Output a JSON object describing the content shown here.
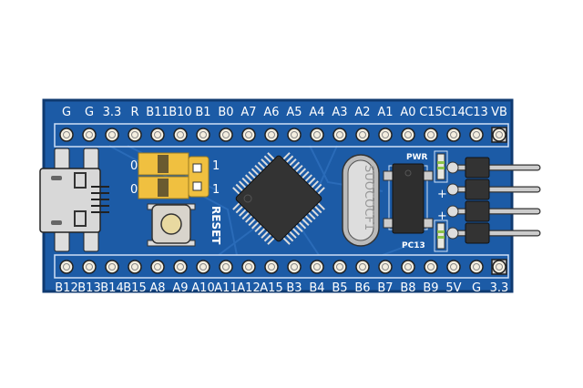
{
  "board": {
    "top_pins": [
      "G",
      "G",
      "3.3",
      "R",
      "B11",
      "B10",
      "B1",
      "B0",
      "A7",
      "A6",
      "A5",
      "A4",
      "A3",
      "A2",
      "A1",
      "A0",
      "C15",
      "C14",
      "C13",
      "VB"
    ],
    "bottom_pins": [
      "B12",
      "B13",
      "B14",
      "B15",
      "A8",
      "A9",
      "A10",
      "A11",
      "A12",
      "A15",
      "B3",
      "B4",
      "B5",
      "B6",
      "B7",
      "B8",
      "B9",
      "5V",
      "G",
      "3.3"
    ],
    "reset_label": "RESET",
    "jumper_labels": [
      "0",
      "0"
    ],
    "jumper_labels_right": [
      "1",
      "1"
    ],
    "crystal_marking": "SUOCOCF1",
    "led_pwr_label": "PWR",
    "led_pc13_label": "PC13",
    "plus_marks": [
      "+",
      "+"
    ],
    "colors": {
      "pcb": "#1c5ba6",
      "pcb_dark": "#12427d",
      "silkscreen": "#ffffff",
      "chip": "#333333",
      "jumper": "#f0c040"
    }
  }
}
